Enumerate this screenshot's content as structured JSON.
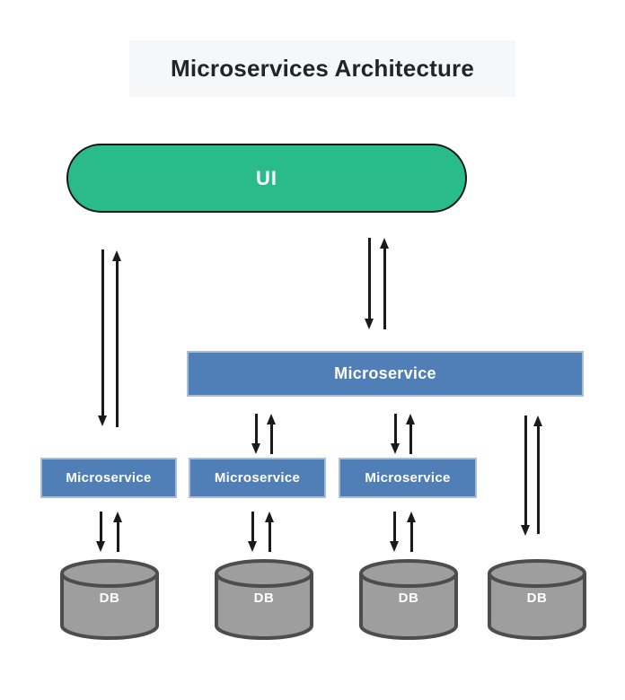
{
  "diagram": {
    "title": "Microservices Architecture",
    "nodes": {
      "ui": {
        "label": "UI",
        "shape": "pill",
        "color": "#2abb8b"
      },
      "gateway": {
        "label": "Microservice",
        "shape": "rectangle",
        "color": "#507fb8"
      },
      "services": [
        {
          "label": "Microservice"
        },
        {
          "label": "Microservice"
        },
        {
          "label": "Microservice"
        }
      ],
      "databases": [
        {
          "label": "DB"
        },
        {
          "label": "DB"
        },
        {
          "label": "DB"
        },
        {
          "label": "DB"
        }
      ]
    },
    "edges": [
      {
        "from": "ui",
        "to": "service-1",
        "type": "bidirectional"
      },
      {
        "from": "ui",
        "to": "gateway",
        "type": "bidirectional"
      },
      {
        "from": "gateway",
        "to": "service-2",
        "type": "bidirectional"
      },
      {
        "from": "gateway",
        "to": "service-3",
        "type": "bidirectional"
      },
      {
        "from": "gateway",
        "to": "db-4",
        "type": "bidirectional"
      },
      {
        "from": "service-1",
        "to": "db-1",
        "type": "bidirectional"
      },
      {
        "from": "service-2",
        "to": "db-2",
        "type": "bidirectional"
      },
      {
        "from": "service-3",
        "to": "db-3",
        "type": "bidirectional"
      }
    ]
  },
  "colors": {
    "ui-green": "#2abb8b",
    "service-blue": "#507fb8",
    "service-border": "#a9bcd8",
    "db-gray": "#9e9e9e",
    "db-border": "#4d4d4d",
    "arrow-black": "#1a1a1a",
    "title-bg": "#f6f7f9",
    "title-text": "#242424"
  }
}
